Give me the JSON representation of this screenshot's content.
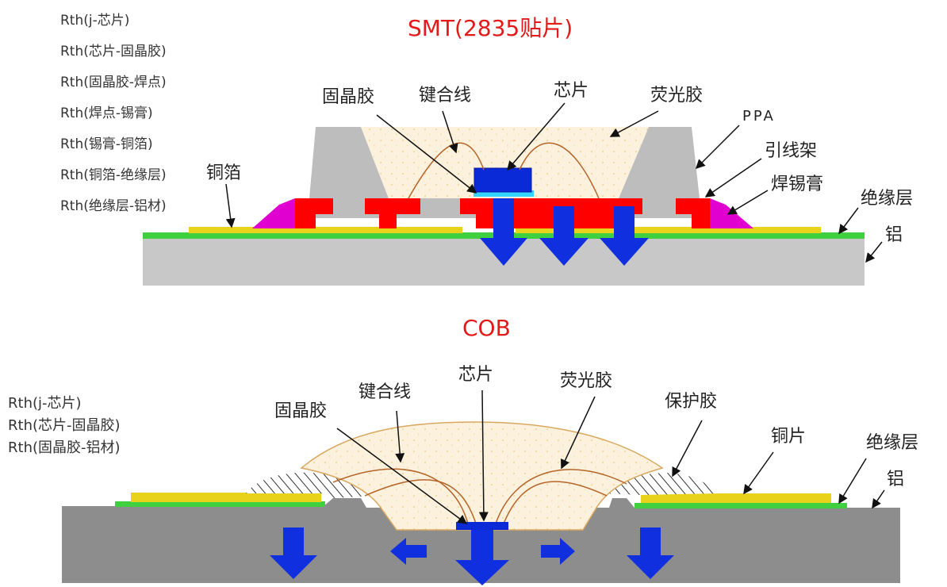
{
  "smt": {
    "title": "SMT(2835贴片)",
    "rth": [
      "Rth(j-芯片)",
      "Rth(芯片-固晶胶)",
      "Rth(固晶胶-焊点)",
      "Rth(焊点-锡膏)",
      "Rth(锡膏-铜箔)",
      "Rth(铜箔-绝缘层)",
      "Rth(绝缘层-铝材)"
    ],
    "labels": {
      "die_attach": "固晶胶",
      "bond_wire": "键合线",
      "chip": "芯片",
      "phosphor": "荧光胶",
      "ppa": "PPA",
      "lead_frame": "引线架",
      "solder_paste": "焊锡膏",
      "copper_foil": "铜箔",
      "insulation": "绝缘层",
      "aluminum": "铝"
    }
  },
  "cob": {
    "title": "COB",
    "rth": [
      "Rth(j-芯片)",
      "Rth(芯片-固晶胶)",
      "Rth(固晶胶-铝材)"
    ],
    "labels": {
      "die_attach": "固晶胶",
      "bond_wire": "键合线",
      "chip": "芯片",
      "phosphor": "荧光胶",
      "protect_glue": "保护胶",
      "copper_sheet": "铜片",
      "insulation": "绝缘层",
      "aluminum": "铝"
    }
  },
  "colors": {
    "title": "#e21a1a",
    "aluminum": "#c8c8c8",
    "cob_aluminum": "#8d8d8d",
    "ppa": "#bdbdbd",
    "lead_frame": "#ff0000",
    "solder": "#e000d0",
    "insulation": "#3fcf3f",
    "copper": "#e8d21a",
    "arrow": "#1030e0",
    "chip": "#0a2ad8",
    "die_attach": "#33d6ff",
    "phosphor": "#fbf1dc"
  }
}
